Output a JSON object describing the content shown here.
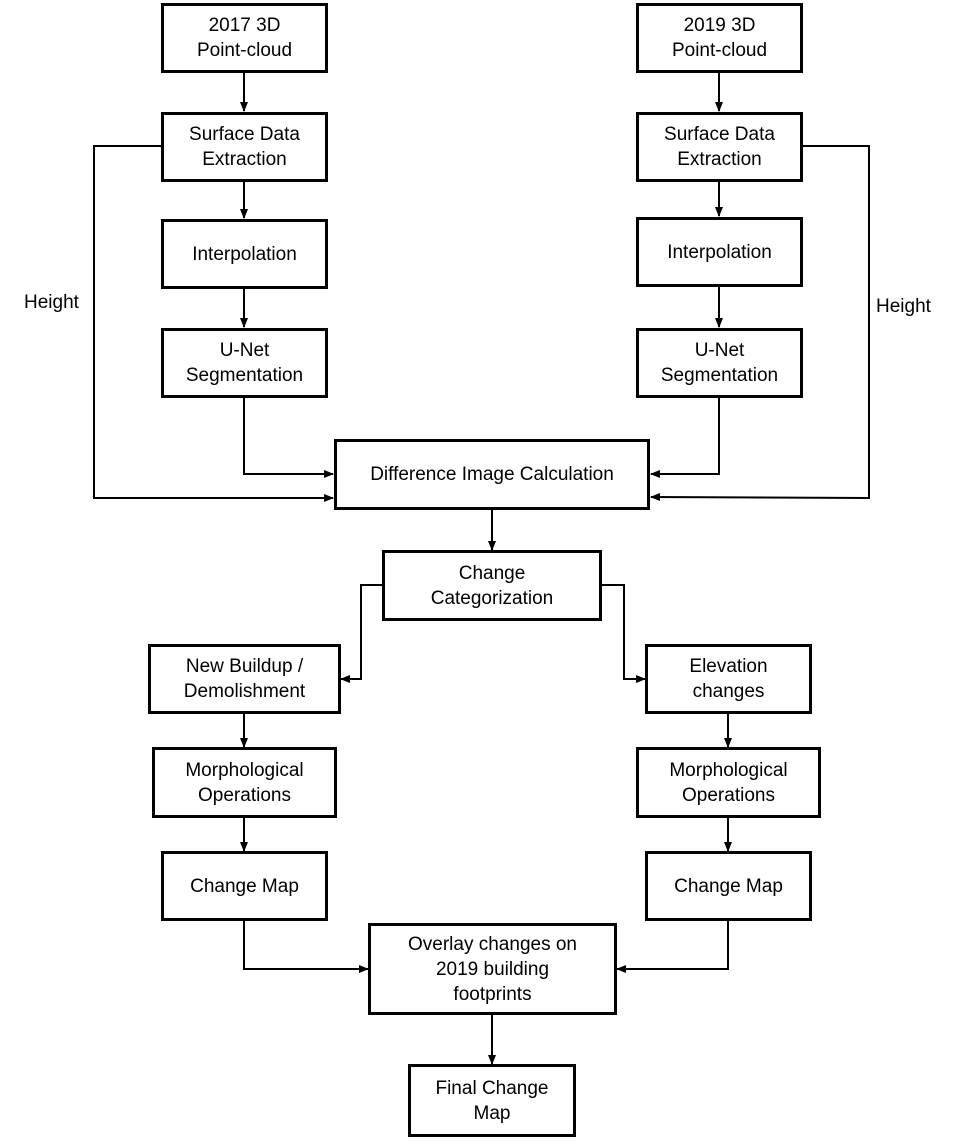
{
  "nodes": {
    "pc2017": "2017 3D\nPoint-cloud",
    "pc2019": "2019 3D\nPoint-cloud",
    "sde_left": "Surface Data\nExtraction",
    "sde_right": "Surface Data\nExtraction",
    "interp_left": "Interpolation",
    "interp_right": "Interpolation",
    "unet_left": "U-Net\nSegmentation",
    "unet_right": "U-Net\nSegmentation",
    "diff": "Difference Image Calculation",
    "categ": "Change\nCategorization",
    "newbuild": "New Buildup /\nDemolishment",
    "elev": "Elevation\nchanges",
    "morph_left": "Morphological\nOperations",
    "morph_right": "Morphological\nOperations",
    "cmap_left": "Change Map",
    "cmap_right": "Change Map",
    "overlay": "Overlay changes on\n2019 building\nfootprints",
    "final": "Final Change\nMap"
  },
  "labels": {
    "height_left": "Height",
    "height_right": "Height"
  }
}
